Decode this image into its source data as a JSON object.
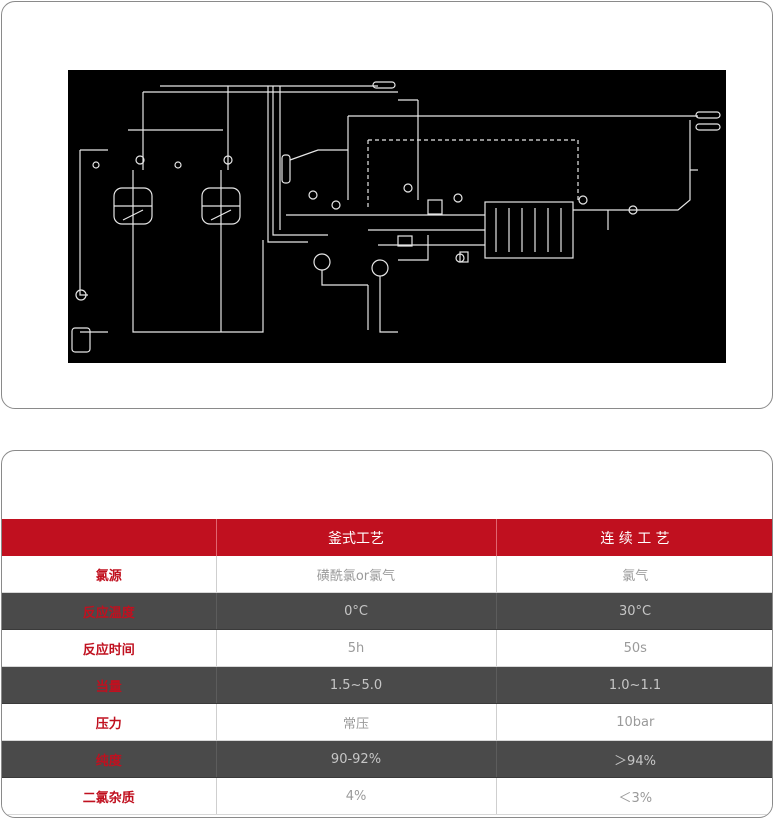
{
  "table": {
    "headers": [
      "",
      "釜式工艺",
      "连 续 工 艺"
    ],
    "rows": [
      {
        "label": "氯源",
        "batch": "磺酰氯or氯气",
        "continuous": "氯气"
      },
      {
        "label": "反应温度",
        "batch": "0°C",
        "continuous": "30°C"
      },
      {
        "label": "反应时间",
        "batch": "5h",
        "continuous": "50s"
      },
      {
        "label": "当量",
        "batch": "1.5~5.0",
        "continuous": "1.0~1.1"
      },
      {
        "label": "压力",
        "batch": "常压",
        "continuous": "10bar"
      },
      {
        "label": "纯度",
        "batch": "90-92%",
        "continuous": "＞94%"
      },
      {
        "label": "二氯杂质",
        "batch": "4%",
        "continuous": "＜3%"
      }
    ]
  },
  "colors": {
    "accent": "#c0101f",
    "dark_row": "#4a4a4a",
    "diagram_bg": "#000000",
    "diagram_line": "#e6e6e6"
  }
}
